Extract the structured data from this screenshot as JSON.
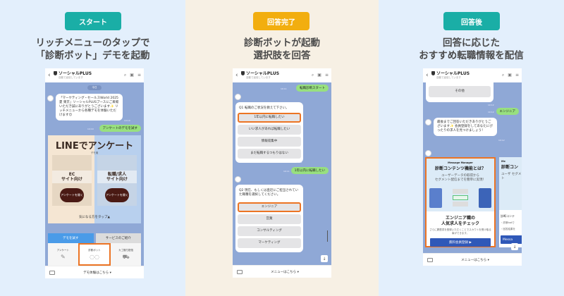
{
  "colors": {
    "teal": "#1aaea6",
    "orange": "#f2ae0f",
    "highlight": "#ec7424",
    "panel_blue": "#e3effc",
    "panel_cream": "#f7f0e4",
    "chat_bg": "#8fa8d6",
    "user_bubble": "#98e07f",
    "cta_blue": "#2f58b8"
  },
  "steps": [
    {
      "badge": "スタート",
      "headline_line1": "リッチメニューのタップで",
      "headline_line2": "「診断ボット」デモを起動"
    },
    {
      "badge": "回答完了",
      "headline_line1": "診断ボットが起動",
      "headline_line2": "選択肢を回答"
    },
    {
      "badge": "回答後",
      "headline_line1": "回答に応じた",
      "headline_line2": "おすすめ転職情報を配信"
    }
  ],
  "phone_header": {
    "back": "‹",
    "account": "ソーシャルPLUS",
    "sub": "自動で返信しています",
    "icons": [
      "search-icon",
      "note-icon",
      "menu-icon"
    ]
  },
  "phone1": {
    "date": "今日",
    "bot_message": "「マーケティング・セールスWorld 2025 夏 東京」ソーシャルPLUSブースにご来場いただき誠にありがとうございます✨ リッチメニューから各種デモを体験いただけます😊",
    "bot_time": "14:10",
    "user_message": "アンケートのデモを試す",
    "user_time": "14:10",
    "banner": {
      "title": "LINEでアンケート",
      "sub": "デモ用",
      "left_label_1": "EC",
      "left_label_2": "サイト向け",
      "right_label_1": "転職/求人",
      "right_label_2": "サイト向け",
      "button": "アンケートを開く",
      "footer": "気になる方をタップ▲"
    },
    "tabs": [
      {
        "label": "デモを試す",
        "active": true
      },
      {
        "label": "サービスのご紹介",
        "active": false
      }
    ],
    "menu_items": [
      {
        "label": "アンケート",
        "icon": "✎"
      },
      {
        "label": "診断ボット",
        "icon": "💬"
      },
      {
        "label": "カゴ落ち配信",
        "icon": "🛒"
      }
    ],
    "footer": "デモ体験はこちら ▾"
  },
  "phone2": {
    "user_start": "転職診断スタート",
    "user_start_time": "10:11",
    "q1": "Q1 転職のご状況を教えて下さい。",
    "q1_options": [
      "1年以内に転職したい",
      "いい求人があれば転職したい",
      "情報収集中",
      "まだ転職するつもりはない"
    ],
    "q1_time": "10:11",
    "user_answer": "1年以内に転職したい",
    "user_answer_time": "10:11",
    "q2": "Q2 現在、もしくは直近にご担当されていた職種を選択してください。",
    "q2_options": [
      "エンジニア",
      "営業",
      "コンサルティング",
      "マーケティング"
    ],
    "footer": "メニューはこちら ▾"
  },
  "phone3": {
    "prev_option": "その他",
    "prev_time": "10:12",
    "user_answer": "エンジニア",
    "user_time": "10:12",
    "bot_message": "最後までご回答いただきありがとうございます✨ 会員登録をしてあなたにぴったりの求人を見つけましょう！",
    "bot_time": "10:12",
    "card": {
      "brand": "Message Manager",
      "title": "診断コンテンツ機能とは？",
      "desc_1": "ユーザーデータの取得から",
      "desc_2": "セグメント配信までを簡単に実現！",
      "job_1": "エンジニア職の",
      "job_2": "人気求人をチェック",
      "small": "さらに履歴書を登録いただくことでスカウトを受け取る事ができます。",
      "button": "無料会員登録 ▶"
    },
    "peek_card": {
      "brand": "Me",
      "title": "診断コン",
      "desc": "ユーザ セグメント",
      "label": "診断コンテ",
      "bullet_1": "・診断botで",
      "bullet_2": "・回答結果を",
      "button": "Messa"
    },
    "footer": "メニューはこちら ▾"
  }
}
